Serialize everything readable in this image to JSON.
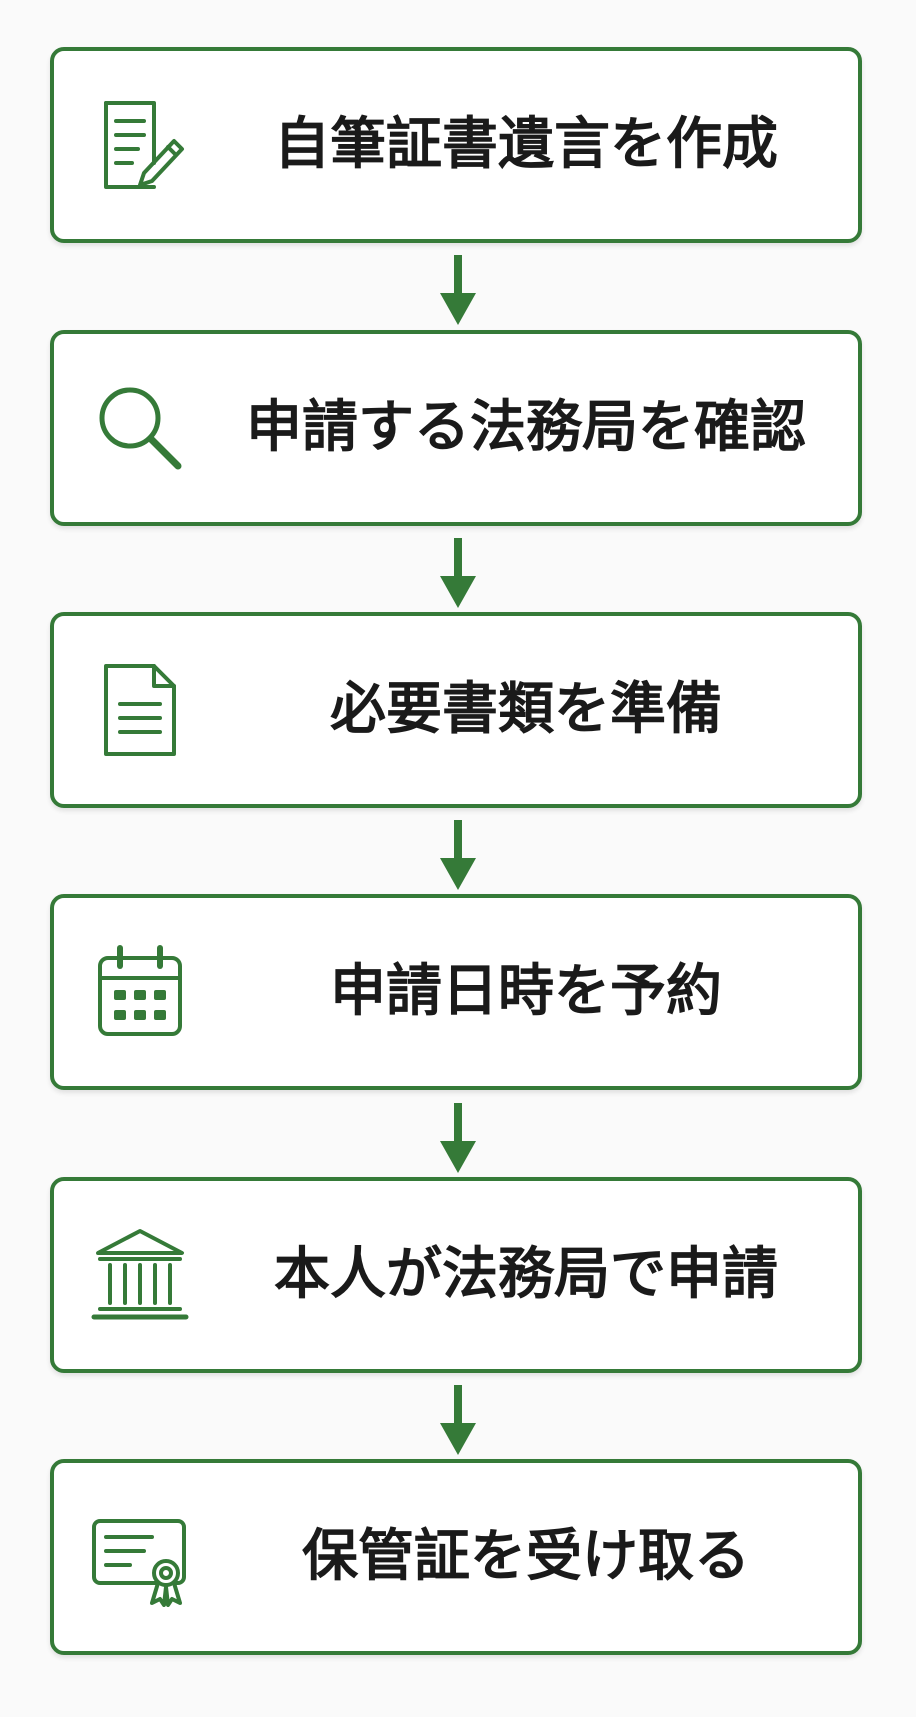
{
  "colors": {
    "accent": "#357a38",
    "text": "#1a1a1a",
    "background": "#fafafa"
  },
  "steps": [
    {
      "label": "自筆証書遺言を作成",
      "icon": "document-pen-icon"
    },
    {
      "label": "申請する法務局を確認",
      "icon": "magnifier-icon"
    },
    {
      "label": "必要書類を準備",
      "icon": "document-icon"
    },
    {
      "label": "申請日時を予約",
      "icon": "calendar-icon"
    },
    {
      "label": "本人が法務局で申請",
      "icon": "courthouse-icon"
    },
    {
      "label": "保管証を受け取る",
      "icon": "certificate-icon"
    }
  ]
}
